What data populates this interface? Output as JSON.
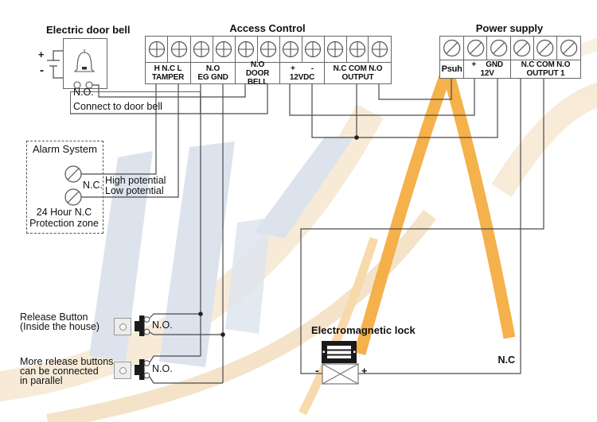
{
  "door_bell": {
    "title": "Electric door bell",
    "plus": "+",
    "minus": "-",
    "note_line1": "N.O.",
    "note_line2": "Connect to door bell"
  },
  "access_control": {
    "title": "Access Control",
    "screw_style": "phillips",
    "groups": [
      {
        "label_top": [
          "H N.C L"
        ],
        "label_bottom": "TAMPER",
        "screws": 2
      },
      {
        "label_top": [
          "N.O"
        ],
        "label_bottom": "EG GND",
        "screws": 2
      },
      {
        "label_top": [
          "N.O"
        ],
        "label_bottom": "DOOR BELL",
        "screws": 2
      },
      {
        "label_top": [
          "+",
          "-"
        ],
        "label_bottom": "12VDC",
        "screws": 2
      },
      {
        "label_top": [
          "N.C COM N.O"
        ],
        "label_bottom": "OUTPUT",
        "screws": 3
      }
    ]
  },
  "power_supply": {
    "title": "Power supply",
    "screw_style": "slotted",
    "groups": [
      {
        "label_top": [
          "Psuh"
        ],
        "label_bottom": "",
        "screws": 1
      },
      {
        "label_top": [
          "+",
          "GND"
        ],
        "label_bottom": "12V",
        "screws": 2
      },
      {
        "label_top": [
          "N.C COM N.O"
        ],
        "label_bottom": "OUTPUT 1",
        "screws": 3
      }
    ]
  },
  "alarm_system": {
    "title": "Alarm System",
    "nc_label": "N.C.",
    "zone_line1": "24 Hour N.C",
    "zone_line2": "Protection zone",
    "high_label": "High potential",
    "low_label": "Low potential"
  },
  "release_buttons": {
    "button1": {
      "line1": "Release Button",
      "line2": "(Inside the house)",
      "no_label": "N.O."
    },
    "button2": {
      "line1": "More release buttons",
      "line2": "can be connected",
      "line3": "in parallel",
      "no_label": "N.O."
    }
  },
  "lock": {
    "label": "Electromagnetic lock",
    "minus": "-",
    "plus": "+",
    "nc_label": "N.C"
  },
  "colors": {
    "wire": "#4a4a4a",
    "watermark_orange": "#f5ad42",
    "watermark_blue": "#dce3ed",
    "watermark_cream": "#f7e9d4"
  }
}
